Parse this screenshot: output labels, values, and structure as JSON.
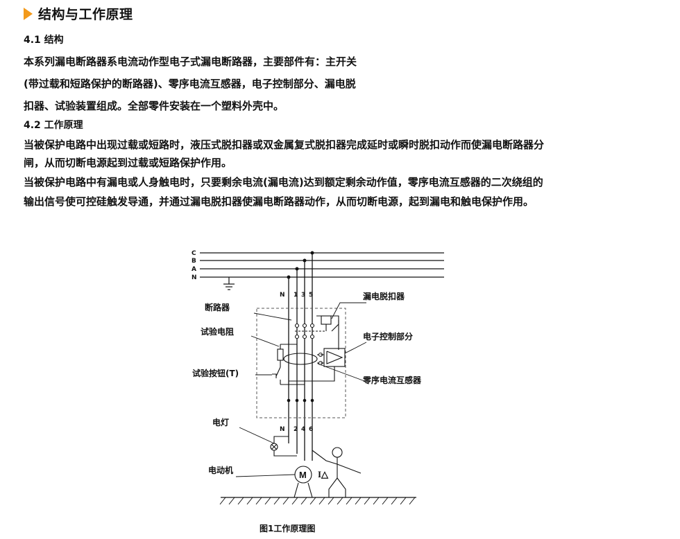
{
  "heading": {
    "icon": "triangle-right-icon",
    "text": "结构与工作原理"
  },
  "section1": {
    "title": "4.1 结构",
    "lines": [
      "本系列漏电断路器系电流动作型电子式漏电断路器，主要部件有：主开关",
      "(带过载和短路保护的断路器)、零序电流互感器，电子控制部分、漏电脱",
      "扣器、试验装置组成。全部零件安装在一个塑料外壳中。"
    ]
  },
  "section2": {
    "title": "4.2 工作原理",
    "lines": [
      "当被保护电路中出现过载或短路时，液压式脱扣器或双金属复式脱扣器完成延时或瞬时脱扣动作而使漏电断路器分",
      "闸，从而切断电源起到过载或短路保护作用。",
      "当被保护电路中有漏电或人身触电时，只要剩余电流(漏电流)达到额定剩余动作值，零序电流互感器的二次绕组的",
      "输出信号使可控硅触发导通，并通过漏电脱扣器使漏电断路器动作，从而切断电源，起到漏电和触电保护作用。"
    ]
  },
  "diagram": {
    "bus_labels": [
      "C",
      "B",
      "A",
      "N"
    ],
    "top_terminals": [
      "N",
      "1",
      "3",
      "5"
    ],
    "bottom_terminals": [
      "N",
      "2",
      "4",
      "6"
    ],
    "labels": {
      "breaker": "断路器",
      "test_resistor": "试验电阻",
      "test_button": "试验按钮(T)",
      "leakage_release": "漏电脱扣器",
      "electronic_control": "电子控制部分",
      "zero_sequence_ct": "零序电流互感器",
      "lamp": "电灯",
      "motor": "电动机",
      "motor_symbol": "M",
      "current_symbol": "I△"
    },
    "caption": "图1工作原理图"
  }
}
